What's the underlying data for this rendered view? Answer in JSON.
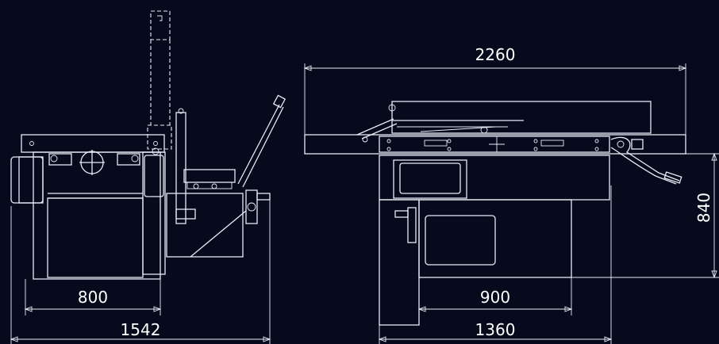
{
  "drawing": {
    "colors": {
      "background": "#050a1c",
      "line": "#e8ecf4"
    },
    "dimensions": {
      "front_width": "800",
      "front_total_width": "1542",
      "side_overall_length": "2260",
      "side_base_width": "900",
      "side_total_width": "1360",
      "height": "840"
    }
  }
}
